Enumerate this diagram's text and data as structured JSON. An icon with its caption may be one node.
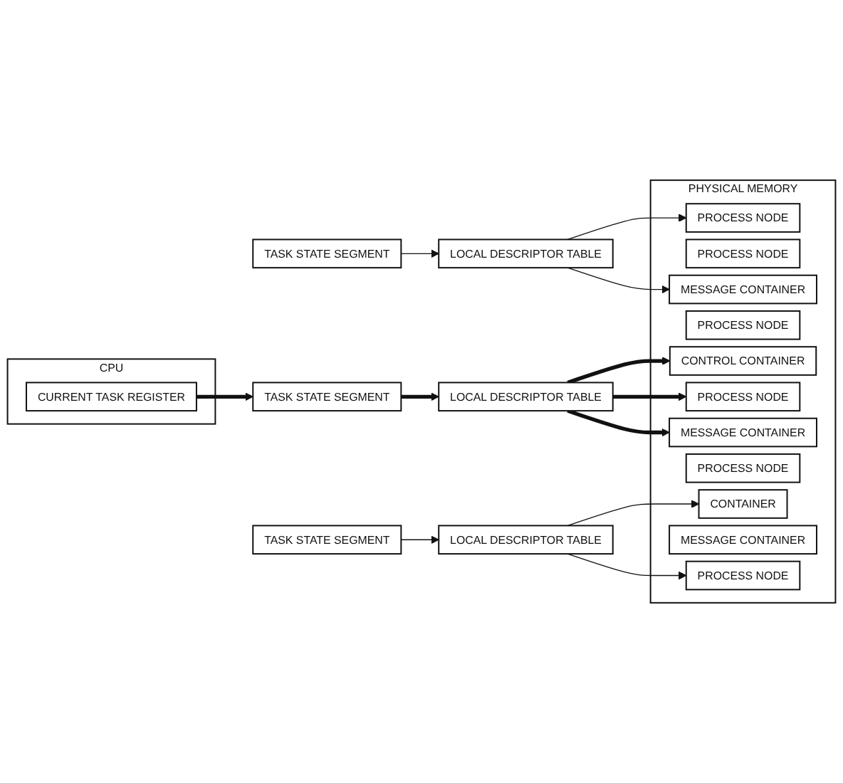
{
  "diagram": {
    "nodes": [
      {
        "text": [
          "CPU"
        ]
      },
      {
        "text": [
          "CURRENT TASK REGISTER"
        ],
        "in": 0
      },
      {
        "text": [
          "TASK STATE SEGMENT"
        ]
      },
      {
        "text": [
          "LOCAL DESCRIPTOR TABLE"
        ]
      },
      {
        "text": [
          "TASK STATE SEGMENT"
        ]
      },
      {
        "text": [
          "LOCAL DESCRIPTOR TABLE"
        ]
      },
      {
        "text": [
          "TASK STATE SEGMENT"
        ]
      },
      {
        "text": [
          "LOCAL DESCRIPTOR TABLE"
        ]
      },
      {
        "text": [
          "PHYSICAL MEMORY"
        ]
      },
      {
        "text": [
          "PROCESS NODE"
        ],
        "in": 8
      },
      {
        "text": [
          "PROCESS NODE"
        ],
        "in": 8
      },
      {
        "text": [
          "MESSAGE CONTAINER"
        ],
        "in": 8
      },
      {
        "text": [
          "PROCESS NODE"
        ],
        "in": 8
      },
      {
        "text": [
          "CONTROL CONTAINER"
        ],
        "in": 8
      },
      {
        "text": [
          "PROCESS NODE"
        ],
        "in": 8
      },
      {
        "text": [
          "MESSAGE CONTAINER"
        ],
        "in": 8
      },
      {
        "text": [
          "PROCESS NODE"
        ],
        "in": 8
      },
      {
        "text": [
          "CONTAINER"
        ],
        "in": 8
      },
      {
        "text": [
          "MESSAGE CONTAINER"
        ],
        "in": 8
      },
      {
        "text": [
          "PROCESS NODE"
        ],
        "in": 8
      }
    ],
    "edges": [
      {
        "from": 1,
        "to": 4,
        "arrow": "to",
        "style": "thick"
      },
      {
        "from": 2,
        "to": 3,
        "arrow": "to"
      },
      {
        "from": 3,
        "to": 9,
        "arrow": "to"
      },
      {
        "from": 3,
        "to": 11,
        "arrow": "to"
      },
      {
        "from": 4,
        "to": 5,
        "arrow": "to",
        "style": "thick"
      },
      {
        "from": 5,
        "to": 13,
        "arrow": "to",
        "style": "thick"
      },
      {
        "from": 5,
        "to": 14,
        "arrow": "to",
        "style": "thick"
      },
      {
        "from": 5,
        "to": 15,
        "arrow": "to",
        "style": "thick"
      },
      {
        "from": 6,
        "to": 7,
        "arrow": "to"
      },
      {
        "from": 7,
        "to": 17,
        "arrow": "to"
      },
      {
        "from": 7,
        "to": 19,
        "arrow": "to"
      }
    ]
  }
}
